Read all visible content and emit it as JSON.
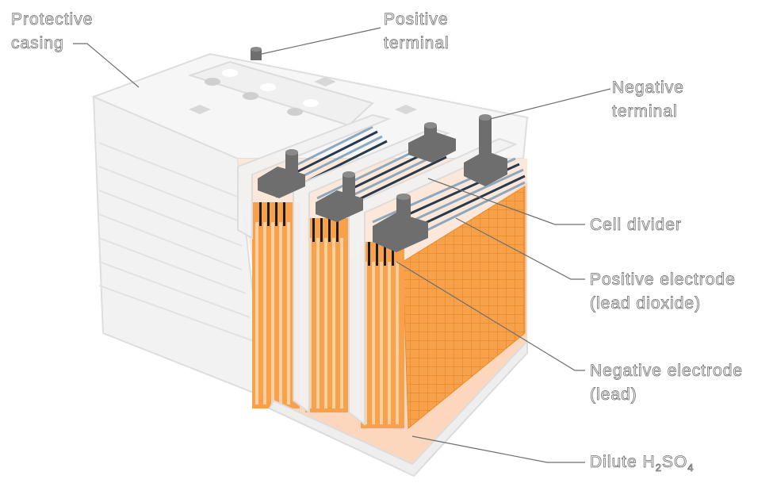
{
  "labels": {
    "protective_casing": [
      "Protective",
      "casing"
    ],
    "positive_terminal": [
      "Positive",
      "terminal"
    ],
    "negative_terminal": [
      "Negative",
      "terminal"
    ],
    "cell_divider": "Cell divider",
    "positive_electrode": [
      "Positive electrode",
      "(lead dioxide)"
    ],
    "negative_electrode": [
      "Negative electrode",
      "(lead)"
    ],
    "electrolyte": {
      "prefix": "Dilute H",
      "sub1": "2",
      "mid": "SO",
      "sub2": "4"
    }
  },
  "colors": {
    "casing": "#f4f4f4",
    "casing_edge": "#dcdcdc",
    "electrolyte": "#fcd7bd",
    "positive_plate": "#f7a24a",
    "negative_plate": "#1c1c1c",
    "separator": "#8fa7bd",
    "terminal": "#6e6e6e",
    "leader": "#6e6e6e"
  }
}
